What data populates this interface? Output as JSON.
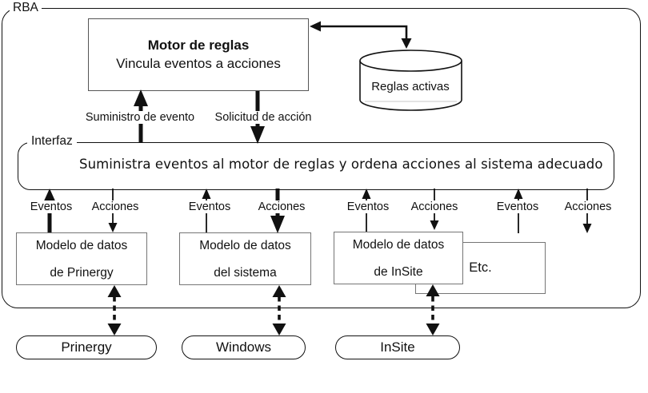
{
  "rba": {
    "label": "RBA"
  },
  "rules_engine": {
    "title": "Motor de reglas",
    "subtitle": "Vincula eventos a acciones"
  },
  "active_rules": {
    "label": "Reglas activas"
  },
  "engine_flows": {
    "event_supply": "Suministro de evento",
    "action_request": "Solicitud de acción"
  },
  "interface": {
    "label": "Interfaz",
    "description": "Suministra eventos al motor de reglas y ordena acciones al sistema adecuado"
  },
  "channels": [
    {
      "eventos": "Eventos",
      "acciones": "Acciones"
    },
    {
      "eventos": "Eventos",
      "acciones": "Acciones"
    },
    {
      "eventos": "Eventos",
      "acciones": "Acciones"
    },
    {
      "eventos": "Eventos",
      "acciones": "Acciones"
    }
  ],
  "data_models": [
    {
      "line1": "Modelo de datos",
      "line2": "de Prinergy"
    },
    {
      "line1": "Modelo de datos",
      "line2": "del sistema"
    },
    {
      "line1": "Modelo de datos",
      "line2": "de InSite"
    }
  ],
  "etc": {
    "label": "Etc."
  },
  "systems": [
    {
      "label": "Prinergy"
    },
    {
      "label": "Windows"
    },
    {
      "label": "InSite"
    }
  ],
  "colors": {
    "line": "#111111",
    "box_border": "#757575",
    "background": "#ffffff"
  }
}
